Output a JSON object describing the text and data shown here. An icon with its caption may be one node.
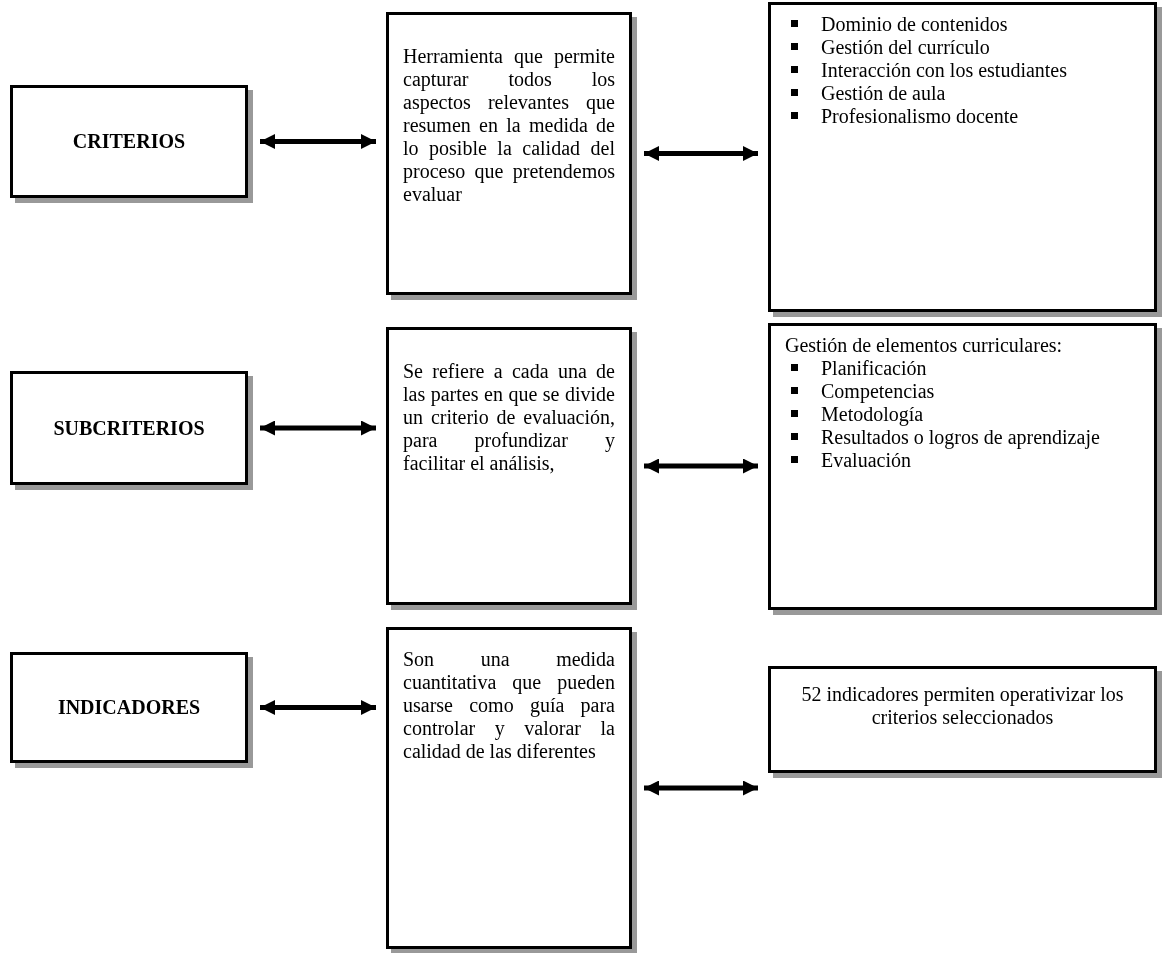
{
  "diagram": {
    "nodes": [
      {
        "text": [
          "CRITERIOS"
        ]
      },
      {
        "text": [
          "Herramienta que permite capturar todos los aspectos relevantes que resumen en la medida de lo posible la calidad del proceso que pretendemos evaluar"
        ]
      },
      {
        "text": [
          "Dominio de contenidos",
          "Gestión del currículo",
          "Interacción con los estudiantes",
          "Gestión de aula",
          "Profesionalismo docente"
        ]
      },
      {
        "text": [
          "SUBCRITERIOS"
        ]
      },
      {
        "text": [
          "Se refiere a cada una de las partes en que se divide un criterio de evaluación, para profundizar y facilitar el análisis,"
        ]
      },
      {
        "text": [
          "Gestión de elementos curriculares:",
          "Planificación",
          "Competencias",
          "Metodología",
          "Resultados o logros de aprendizaje",
          "Evaluación"
        ]
      },
      {
        "text": [
          "INDICADORES"
        ]
      },
      {
        "text": [
          "Son una medida cuantitativa que pueden usarse como guía para controlar y valorar la calidad de las diferentes"
        ]
      },
      {
        "text": [
          "52 indicadores permiten operativizar los criterios seleccionados"
        ]
      }
    ],
    "edges": [
      {
        "from": 0,
        "to": 1,
        "arrow": "both"
      },
      {
        "from": 1,
        "to": 2,
        "arrow": "both"
      },
      {
        "from": 3,
        "to": 4,
        "arrow": "both"
      },
      {
        "from": 4,
        "to": 5,
        "arrow": "both"
      },
      {
        "from": 6,
        "to": 7,
        "arrow": "both"
      },
      {
        "from": 7,
        "to": 8,
        "arrow": "both"
      }
    ]
  }
}
